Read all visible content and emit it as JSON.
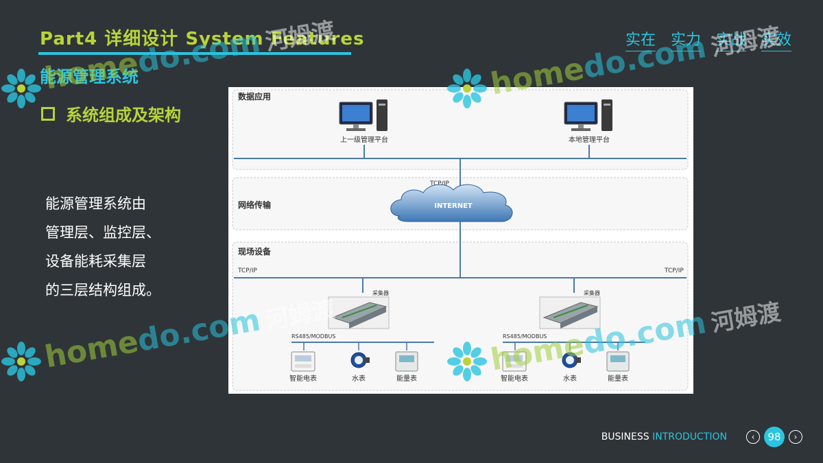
{
  "header": {
    "title": "Part4 详细设计 System Features",
    "tagline": [
      "实在",
      "实力",
      "实战",
      "实效"
    ]
  },
  "section": {
    "subtitle": "能源管理系统",
    "bullet": "系统组成及架构"
  },
  "body": {
    "lines": [
      "能源管理系统由",
      "管理层、监控层、",
      "设备能耗采集层",
      "的三层结构组成。"
    ]
  },
  "diagram": {
    "layers": {
      "data_app": "数据应用",
      "network": "网络传输",
      "field": "现场设备"
    },
    "platforms": {
      "upper": "上一级管理平台",
      "local": "本地管理平台"
    },
    "protocols": {
      "tcpip_top": "TCP/IP",
      "tcpip_left": "TCP/IP",
      "tcpip_right": "TCP/IP",
      "internet": "INTERNET"
    },
    "left_group": {
      "collector": "采集器",
      "bus": "RS485/MODBUS",
      "devices": [
        "智能电表",
        "水表",
        "能量表"
      ]
    },
    "right_group": {
      "collector": "采集器",
      "bus": "RS485/MODBUS",
      "devices": [
        "智能电表",
        "水表",
        "能量表"
      ]
    }
  },
  "watermark": {
    "brand_a": "home",
    "brand_b": "do",
    "brand_c": ".com",
    "brand_cn": "河姆渡"
  },
  "footer": {
    "left": "BUSINESS",
    "right": "INTRODUCTION",
    "page": "98"
  },
  "colors": {
    "background": "#2f3438",
    "accent_green": "#b8d43a",
    "accent_cyan": "#2bc5e0",
    "diagram_line": "#4a79a8"
  },
  "icons": [
    "desktop-computer-icon",
    "cloud-icon",
    "collector-device-icon",
    "electric-meter-icon",
    "water-meter-icon",
    "energy-meter-icon",
    "chevron-left-icon",
    "chevron-right-icon"
  ]
}
